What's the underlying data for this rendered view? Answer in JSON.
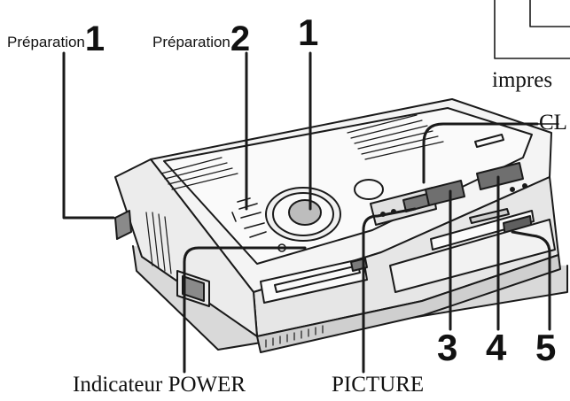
{
  "labels": {
    "prep1_text": "Préparation",
    "prep1_num": "1",
    "prep2_text": "Préparation",
    "prep2_num": "2",
    "step1": "1",
    "step3": "3",
    "step4": "4",
    "step5": "5",
    "impression_cut": "impres",
    "cl_cut": "CL",
    "power_indicator": "Indicateur POWER",
    "picture": "PICTURE"
  }
}
